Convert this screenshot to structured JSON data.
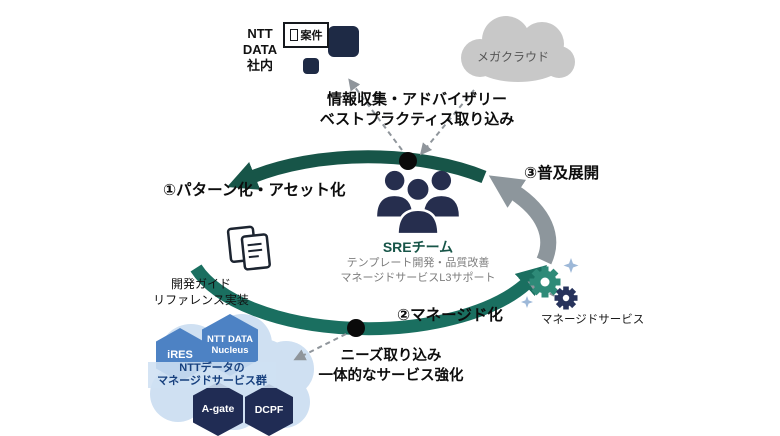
{
  "colors": {
    "cycle_top_arc": "#175548",
    "cycle_bottom_arc": "#1a6f60",
    "cycle_deploy_arrow": "#8d969c",
    "node": "#0a0a0a",
    "hex_blue": "#4d82c4",
    "hex_navy": "#202c54",
    "team_label": "#175548",
    "cluster_cloud": "#cfe0f2",
    "mega_cloud": "#c8c8c8",
    "dark_box": "#1e2a45"
  },
  "icons": {
    "sre_team": "team-people-icon",
    "deliverables": "document-copy-icon",
    "managed_service": "gears-icon",
    "mega_cloud": "cloud-icon",
    "case_mini": "document-mini-icon",
    "project_boxes": "project-box-icon",
    "sparkle": "sparkle-icon"
  },
  "org": {
    "line1": "NTT",
    "line2": "DATA",
    "line3": "社内",
    "case_label": "案件"
  },
  "mega_cloud": {
    "label": "メガクラウド"
  },
  "top_caption": {
    "line1": "情報収集・アドバイザリー",
    "line2": "ベストプラクティス取り込み"
  },
  "cycle": {
    "step1": "①パターン化・アセット化",
    "step2": "②マネージド化",
    "step3": "③普及展開"
  },
  "team": {
    "name": "SREチーム",
    "desc1": "テンプレート開発・品質改善",
    "desc2": "マネージドサービスL3サポート"
  },
  "deliverables": {
    "line1": "開発ガイド",
    "line2": "リファレンス実装"
  },
  "cluster": {
    "title1": "NTTデータの",
    "title2": "マネージドサービス群",
    "hexagons": [
      {
        "label": "iRES"
      },
      {
        "label1": "NTT DATA",
        "label2": "Nucleus"
      },
      {
        "label": "A-gate"
      },
      {
        "label": "DCPF"
      }
    ]
  },
  "bottom_caption": {
    "line1": "ニーズ取り込み",
    "line2": "一体的なサービス強化"
  },
  "managed_service": {
    "label": "マネージドサービス"
  }
}
